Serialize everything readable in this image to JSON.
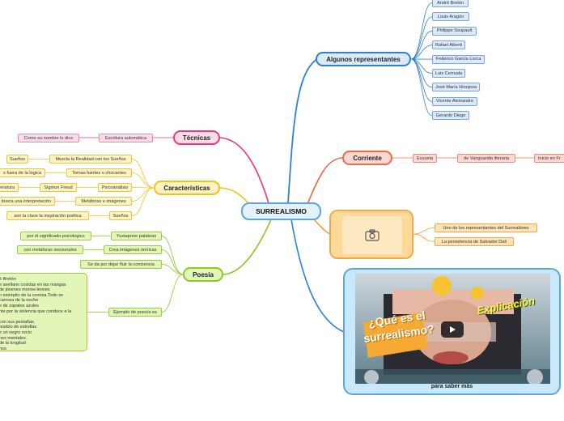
{
  "center": "SURREALISMO",
  "representantes": {
    "title": "Algunos representantes",
    "items": [
      "André Bretón",
      "Louis Aragón",
      "Philippe Soupault",
      "Rafael Alberti",
      "Federico García Lorca",
      "Luis Cernuda",
      "José María Hinojosa",
      "Vicente Aleixandre",
      "Gerardo Diego"
    ]
  },
  "corriente": {
    "title": "Corriente",
    "chain": [
      "Escuela",
      "de Vanguardia literaria",
      "Inicio en Fr"
    ]
  },
  "tecnicas": {
    "title": "Técnicas",
    "chain": [
      "Escritura automática",
      "Como su nombre lo dice"
    ]
  },
  "caracteristicas": {
    "title": "Características",
    "rows": [
      {
        "a": "Mezcla la Realidad con los Sueños",
        "b": "Sueños"
      },
      {
        "a": "Temas fuertes o chocantes",
        "b": "s fuera de la logica"
      },
      {
        "a": "Psicoanálisis",
        "b": "Sigmun Freud",
        "c": "eratura"
      },
      {
        "a": "Metáforas e imágenes",
        "b": "busca una interpretación"
      },
      {
        "a": "Sueños",
        "b": "son la clave la inspiración poética"
      }
    ]
  },
  "poesia": {
    "title": "Poesía",
    "rows": [
      {
        "a": "Yuxtapone palabras",
        "b": "por el significado psicologico"
      },
      {
        "a": "Crea imágenes oníricas",
        "b": "con metáforas sensoriales"
      },
      {
        "a": "Se da por dejar fluir la conciencia"
      }
    ],
    "ejemplo_label": "Ejemplo de poesía es",
    "poem_lines": [
      "é Bretón",
      "e avellano cosidas en las mangas",
      "de jóvenes monos-leones",
      "n estrépito de la cornisa.Todo se",
      "carroza de la noche",
      "e de zapatos azules",
      "nte por la violencia que conduce a la",
      "",
      "con sus pestañas.",
      "pueblo de estrellas",
      "e un negro rocío",
      "nes mentales.",
      "de la longitud",
      "hos"
    ]
  },
  "imagen": {
    "icon": "camera-icon",
    "items": [
      "Uno de los representantes del Surrealismo",
      "La persistencia de Salvador Dalí"
    ]
  },
  "video": {
    "label": "para saber más",
    "title_line1": "¿Qué es el",
    "title_line2": "surrealismo?",
    "explicacion": "Explicación"
  },
  "colors": {
    "blue": "#2f80d0",
    "red": "#ee6b47",
    "pink": "#e8397a",
    "yellow": "#f0c419",
    "green": "#8ac926",
    "orange": "#f39c32",
    "center_border": "#5fa5d6"
  }
}
